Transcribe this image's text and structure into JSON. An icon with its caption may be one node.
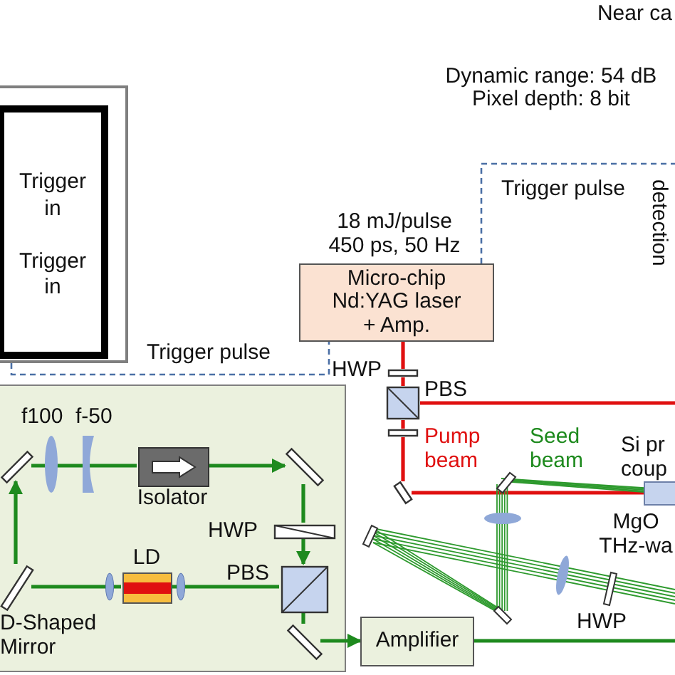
{
  "diagram": {
    "nodes": [
      {
        "text": [],
        "shape": "box"
      },
      {
        "text": [
          "Trigger in",
          "Trigger in"
        ],
        "in": 0
      },
      {
        "text": [
          "Micro-chip Nd:YAG laser + Amp."
        ],
        "beside": [
          "18 mJ/pulse 450 ps, 50 Hz"
        ]
      },
      {
        "text": [],
        "shape": "box"
      },
      {
        "text": [],
        "shape": "box",
        "in": 3,
        "beside": [
          "Isolator"
        ]
      },
      {
        "text": [],
        "shape": "box",
        "in": 3,
        "beside": [
          "LD"
        ]
      },
      {
        "text": [
          "Amplifier"
        ]
      },
      {
        "text": [],
        "shape": "box",
        "beside": [
          "MgO THz-wa"
        ]
      },
      {
        "text": [],
        "shape": "bar",
        "in": 3
      },
      {
        "text": [],
        "shape": "bar",
        "in": 3,
        "beside": [
          "D-Shaped Mirror"
        ]
      },
      {
        "text": [],
        "shape": "bar",
        "in": 3
      },
      {
        "text": [],
        "shape": "bar",
        "in": 3,
        "beside": [
          "HWP"
        ]
      },
      {
        "text": [],
        "shape": "box",
        "in": 3,
        "beside": [
          "PBS"
        ]
      },
      {
        "text": [],
        "shape": "bar",
        "in": 3
      },
      {
        "text": [],
        "shape": "bar",
        "beside": [
          "HWP"
        ]
      },
      {
        "text": [],
        "shape": "box",
        "beside": [
          "PBS"
        ]
      },
      {
        "text": [],
        "shape": "bar"
      },
      {
        "text": [],
        "shape": "bar"
      }
    ],
    "edges": [
      {
        "from": 0,
        "to": 2,
        "arrow": "none",
        "style": "dashed",
        "color": "#4a6fa5",
        "label": "Trigger pulse"
      },
      {
        "from": 2,
        "to": null,
        "arrow": "none",
        "style": "dashed",
        "color": "#4a6fa5",
        "label": "Trigger pulse"
      },
      {
        "from": 2,
        "to": 14,
        "arrow": "none",
        "color": "#e01010"
      },
      {
        "from": 14,
        "to": 15,
        "arrow": "none",
        "color": "#e01010"
      },
      {
        "from": 15,
        "to": null,
        "arrow": "none",
        "color": "#e01010"
      },
      {
        "from": 15,
        "to": 16,
        "arrow": "none",
        "color": "#e01010"
      },
      {
        "from": 16,
        "to": 17,
        "arrow": "none",
        "color": "#e01010"
      },
      {
        "from": 17,
        "to": 7,
        "arrow": "none",
        "color": "#e01010"
      },
      {
        "from": 9,
        "to": 8,
        "arrow": "to"
      },
      {
        "from": 8,
        "to": 4,
        "arrow": "none"
      },
      {
        "from": 4,
        "to": 10,
        "arrow": "to"
      },
      {
        "from": 10,
        "to": 11,
        "arrow": "none"
      },
      {
        "from": 11,
        "to": 12,
        "arrow": "to"
      },
      {
        "from": 12,
        "to": 13,
        "arrow": "none"
      },
      {
        "from": 13,
        "to": 6,
        "arrow": "to"
      },
      {
        "from": 12,
        "to": 5,
        "arrow": "none"
      },
      {
        "from": 5,
        "to": 9,
        "arrow": "none"
      },
      {
        "from": 6,
        "to": null,
        "arrow": "none"
      }
    ],
    "labels": [
      "Near ca",
      "Dynamic range: 54 dB",
      "Pixel depth: 8 bit",
      "detection",
      "f100",
      "f-50",
      "Pump beam",
      "Seed beam",
      "Si pr coup",
      "HWP"
    ]
  }
}
